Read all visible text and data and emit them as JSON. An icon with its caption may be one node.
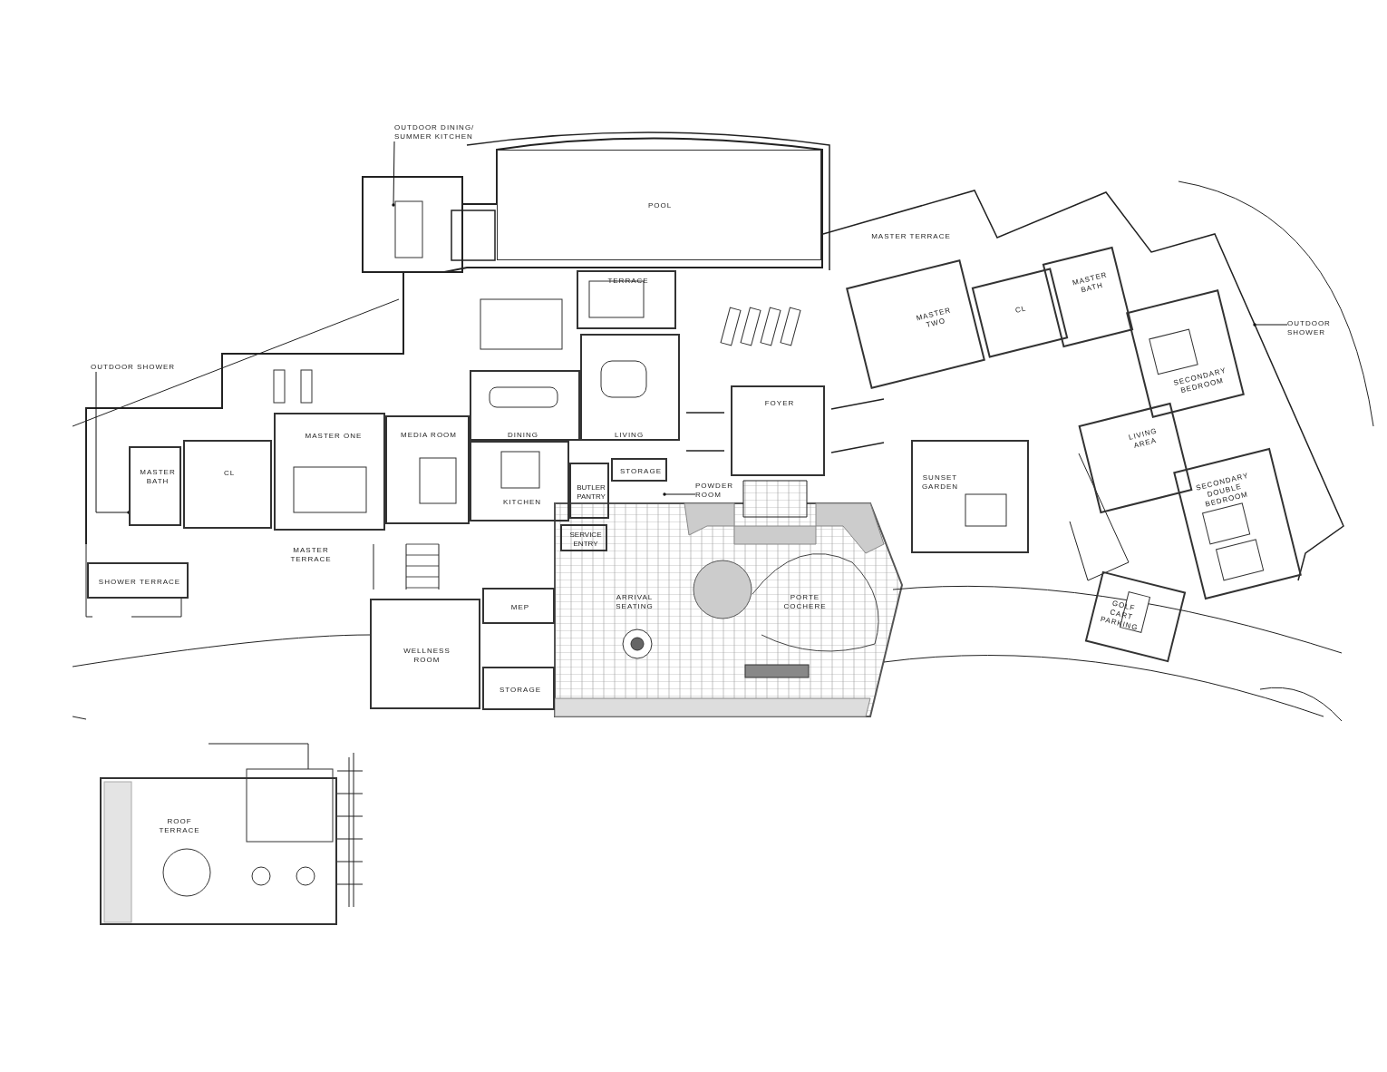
{
  "diagram": {
    "nodes": [
      {
        "text": [
          "OUTDOOR DINING/ SUMMER KITCHEN"
        ]
      },
      {
        "text": [
          "POOL"
        ]
      },
      {
        "text": [
          "TERRACE"
        ]
      },
      {
        "text": [
          "MASTER TWO"
        ]
      },
      {
        "text": [
          "CL"
        ]
      },
      {
        "text": [
          "MASTER BATH"
        ]
      },
      {
        "text": [
          "OUTDOOR SHOWER"
        ]
      },
      {
        "text": [
          "FOYER"
        ]
      },
      {
        "text": [
          "SECONDARY BEDROOM"
        ]
      },
      {
        "text": [
          "OUTDOOR SHOWER"
        ]
      },
      {
        "text": [
          "MASTER BATH"
        ]
      },
      {
        "text": [
          "CL"
        ]
      },
      {
        "text": [
          "MASTER ONE"
        ]
      },
      {
        "text": [
          "MEDIA ROOM"
        ]
      },
      {
        "text": [
          "DINING"
        ]
      },
      {
        "text": [
          "LIVING"
        ]
      },
      {
        "text": [
          "LIVING AREA"
        ]
      },
      {
        "text": [
          "SUNSET GARDEN"
        ]
      },
      {
        "text": [
          "KITCHEN"
        ]
      },
      {
        "text": [
          "STORAGE"
        ]
      },
      {
        "text": [
          "BUTLER PANTRY"
        ]
      },
      {
        "text": [
          "POWDER ROOM"
        ]
      },
      {
        "text": [
          "SECONDARY DOUBLE BEDROOM"
        ]
      },
      {
        "text": [
          "SERVICE ENTRY"
        ]
      },
      {
        "text": [
          "SHOWER TERRACE"
        ]
      },
      {
        "text": [
          "MEP"
        ]
      },
      {
        "text": [
          "WELLNESS ROOM"
        ]
      },
      {
        "text": [
          "GOLF CART PARKING"
        ]
      },
      {
        "text": [
          "STORAGE"
        ]
      },
      {
        "text": [
          "ROOF TERRACE"
        ]
      }
    ],
    "edges": [
      {
        "from": 0,
        "to": null,
        "arrow": "other"
      },
      {
        "from": 6,
        "to": null,
        "arrow": "other"
      },
      {
        "from": 9,
        "to": 10,
        "arrow": "other"
      },
      {
        "from": 21,
        "to": null,
        "arrow": "other"
      }
    ],
    "labels": [
      "MASTER TERRACE",
      "MASTER TERRACE",
      "ARRIVAL SEATING",
      "PORTE COCHERE"
    ]
  }
}
